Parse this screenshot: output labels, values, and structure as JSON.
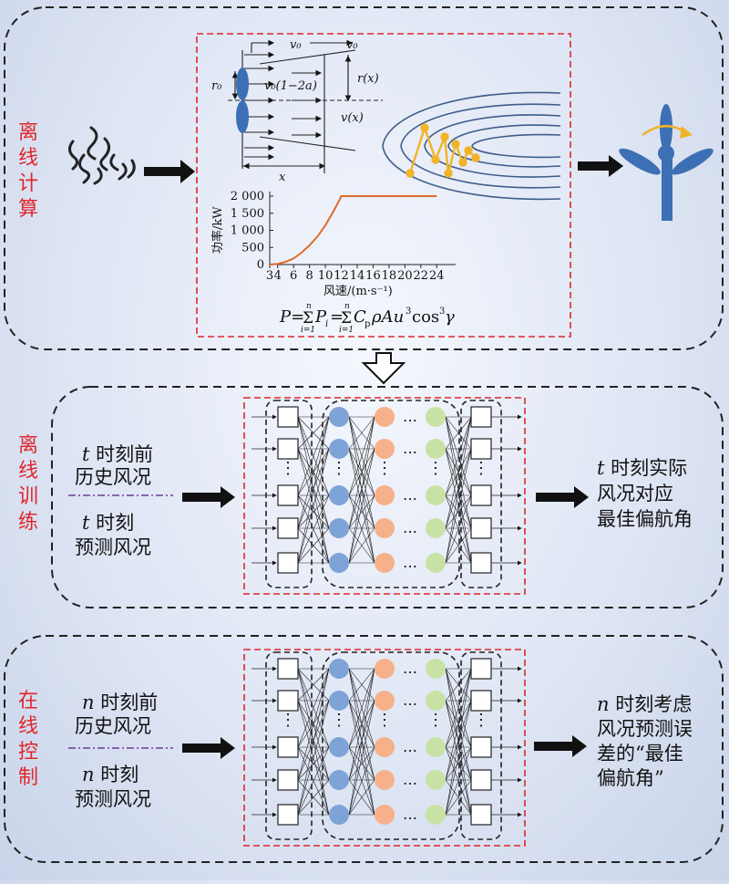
{
  "colors": {
    "side_label": "#e0262b",
    "panel_border": "#222222",
    "red_box": "#e0262b",
    "turbine": "#3d6fb4",
    "node_blue": "#7ea3d6",
    "node_orange": "#f6b08a",
    "node_green": "#c8e2a6",
    "curve": "#e06a2c",
    "wake": "#3d5d8a",
    "path": "#f1b428",
    "dashdot": "#6a3d9a"
  },
  "icons": [
    "wind-icon",
    "arrow-right-icon",
    "wind-turbine-icon",
    "hollow-down-arrow-icon"
  ],
  "sections": {
    "offline_calc": {
      "label_lines": [
        "离",
        "线",
        "计",
        "算"
      ],
      "wake_labels": {
        "v0_top_a": "v₀",
        "v0_top_b": "v₀",
        "r0": "r₀",
        "v0_reduced": "v₀(1−2a)",
        "r_x": "r(x)",
        "v_x": "v(x)",
        "x": "x"
      },
      "power_chart": {
        "ylabel": "功率/kW",
        "xlabel": "风速/(m·s⁻¹)",
        "y_ticks": [
          "2 000",
          "1 500",
          "1 000",
          "500",
          "0"
        ],
        "x_ticks": [
          "3",
          "4",
          "6",
          "8",
          "10",
          "12",
          "14",
          "16",
          "18",
          "20",
          "22",
          "24"
        ]
      },
      "formula": {
        "lhs": "P=",
        "sum1_top": "n",
        "sum1_sym": "Σ",
        "sum1_bot": "i=1",
        "p_i": "P",
        "p_i_sub": "i",
        "eq": "=",
        "sum2_top": "n",
        "sum2_sym": "Σ",
        "sum2_bot": "i=1",
        "cp": "C",
        "cp_sub": "p",
        "rest": "ρAu",
        "rest_sup": "3",
        "cos": "cos",
        "cos_sup": "3",
        "gamma": "γ"
      }
    },
    "offline_train": {
      "label_lines": [
        "离",
        "线",
        "训",
        "练"
      ],
      "input_top": {
        "italic": "t",
        "line1": " 时刻前",
        "line2": "历史风况"
      },
      "input_bottom": {
        "italic": "t",
        "line1": " 时刻",
        "line2": "预测风况"
      },
      "output": {
        "italic": "t",
        "line1": " 时刻实际",
        "line2": "风况对应",
        "line3": "最佳偏航角"
      }
    },
    "online_control": {
      "label_lines": [
        "在",
        "线",
        "控",
        "制"
      ],
      "input_top": {
        "italic": "n",
        "line1": " 时刻前",
        "line2": "历史风况"
      },
      "input_bottom": {
        "italic": "n",
        "line1": " 时刻",
        "line2": "预测风况"
      },
      "output": {
        "italic": "n",
        "line1": " 时刻考虑",
        "line2": "风况预测误",
        "line3": "差的“最佳",
        "line4": "偏航角”"
      }
    }
  },
  "network": {
    "ellipsis": "…",
    "vdots": "⋮",
    "power_curve": [
      [
        3,
        0
      ],
      [
        4,
        20
      ],
      [
        5,
        80
      ],
      [
        6,
        180
      ],
      [
        7,
        350
      ],
      [
        8,
        560
      ],
      [
        9,
        820
      ],
      [
        10,
        1150
      ],
      [
        11,
        1550
      ],
      [
        11.8,
        1900
      ],
      [
        12,
        2000
      ],
      [
        24,
        2000
      ]
    ]
  }
}
